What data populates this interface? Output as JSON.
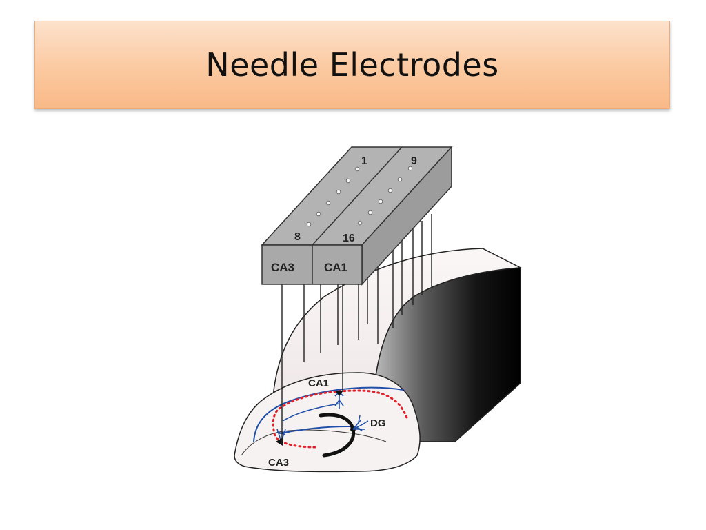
{
  "slide": {
    "title": "Needle Electrodes"
  },
  "diagram": {
    "electrode_numbers": {
      "row1_start": "1",
      "row2_start": "9",
      "row1_end": "8",
      "row2_end": "16"
    },
    "probe_labels": {
      "left": "CA3",
      "right": "CA1"
    },
    "region_labels": {
      "ca1": "CA1",
      "dg": "DG",
      "ca3": "CA3"
    },
    "colors": {
      "probe_fill": "#a9a9a9",
      "neuron_blue": "#1f4fa8",
      "dotted_red": "#e0202a",
      "tissue_fill": "#f7f2f2"
    }
  }
}
